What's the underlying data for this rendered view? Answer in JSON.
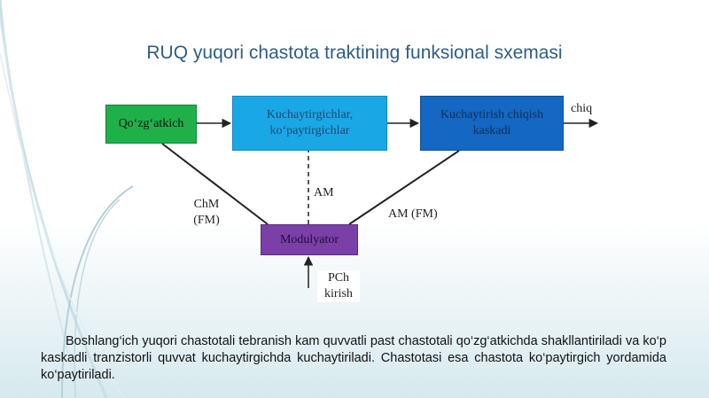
{
  "slide": {
    "title": "RUQ yuqori chastota traktining funksional sxemasi",
    "description": "Boshlang‘ich yuqori chastotali tebranish kam quvvatli past chastotali qo‘zg‘atkichda shakllantiriladi va ko‘p kaskadli tranzistorli quvvat kuchaytirgichda kuchaytiriladi. Chastotasi esa chastota ko‘paytirgich yordamida ko‘paytiriladi."
  },
  "diagram": {
    "blocks": {
      "generator": "Qo‘zg‘atkich",
      "amplifier_line1": "Kuchaytirgichlar,",
      "amplifier_line2": "ko‘paytirgichlar",
      "output_line1": "Kuchaytirish chiqish",
      "output_line2": "kaskadi",
      "modulator": "Modulyator"
    },
    "labels": {
      "output": "chiq",
      "am_vertical": "AM",
      "chm_line1": "ChM",
      "chm_line2": "(FM)",
      "am_fm": "AM (FM)",
      "input_line1": "PCh",
      "input_line2": "kirish"
    }
  },
  "colors": {
    "title": "#2e5d85",
    "generator": "#1fb04a",
    "amplifier": "#1aa7e6",
    "output": "#1467c2",
    "modulator": "#7b3fa8"
  }
}
